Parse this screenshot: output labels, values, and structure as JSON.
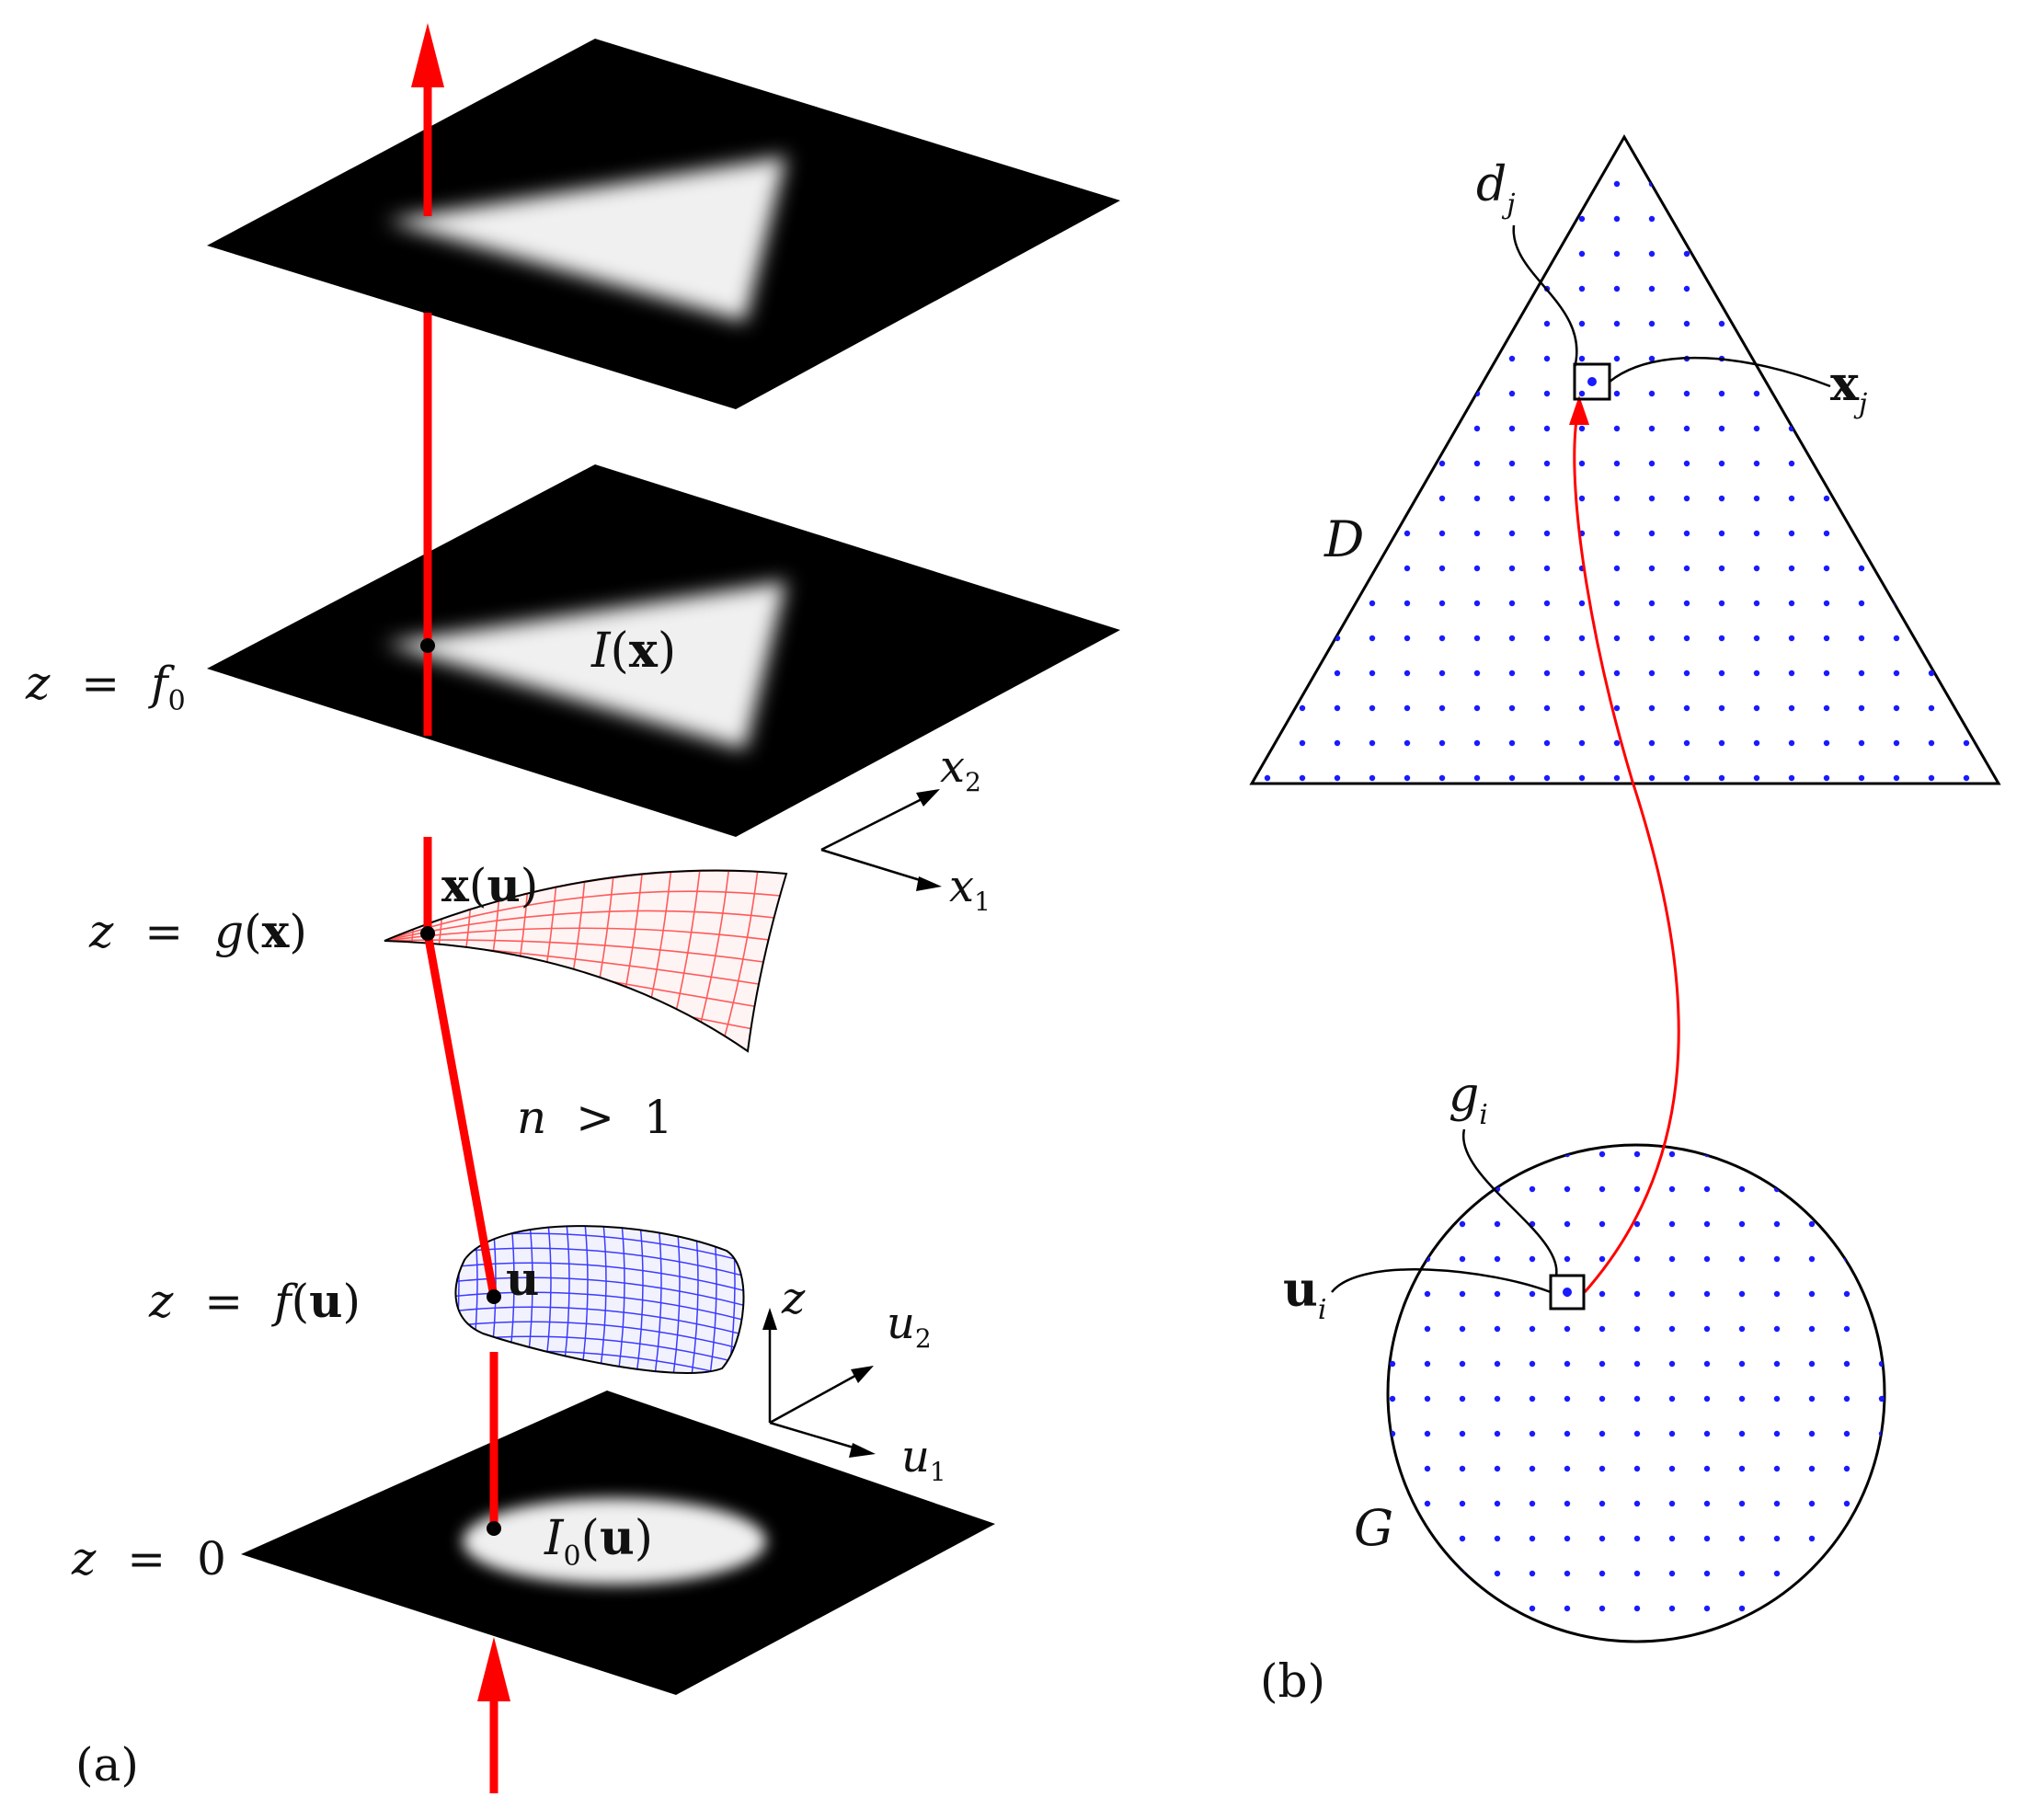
{
  "panel_a": {
    "caption": "(a)",
    "labels": {
      "z_f0": {
        "z": "z",
        "eq": "=",
        "f": "f",
        "sub": "0"
      },
      "z_gx": {
        "z": "z",
        "eq": "=",
        "g": "g",
        "open": "(",
        "x": "x",
        "close": ")"
      },
      "z_fu": {
        "z": "z",
        "eq": "=",
        "f": "f",
        "open": "(",
        "u": "u",
        "close": ")"
      },
      "z_0": {
        "z": "z",
        "eq": "=",
        "zero": "0"
      },
      "Ix": {
        "I": "I",
        "open": "(",
        "x": "x",
        "close": ")"
      },
      "xu": {
        "x": "x",
        "open": "(",
        "u": "u",
        "close": ")"
      },
      "n_gt_1": {
        "n": "n",
        "gt": ">",
        "one": "1"
      },
      "u": "u",
      "I0u": {
        "I": "I",
        "sub": "0",
        "open": "(",
        "u": "u",
        "close": ")"
      },
      "axes_x": {
        "x2": "x",
        "x2_sub": "2",
        "x1": "x",
        "x1_sub": "1"
      },
      "axes_u": {
        "z": "z",
        "u2": "u",
        "u2_sub": "2",
        "u1": "u",
        "u1_sub": "1"
      }
    },
    "colors": {
      "ray": "#ff0000",
      "plane": "#000000",
      "target_mesh": "#ff5a5a",
      "source_mesh": "#3b3bff",
      "target_fill": "#ffe9e9",
      "source_fill": "#eeeeff"
    }
  },
  "panel_b": {
    "caption": "(b)",
    "labels": {
      "D": "D",
      "G": "G",
      "dj": {
        "d": "d",
        "sub": "j"
      },
      "xj": {
        "x": "x",
        "sub": "j"
      },
      "gi": {
        "g": "g",
        "sub": "i"
      },
      "ui": {
        "u": "u",
        "sub": "i"
      }
    },
    "colors": {
      "dots": "#1a1aff",
      "mapping_curve": "#ff0000",
      "outline": "#000000"
    }
  }
}
